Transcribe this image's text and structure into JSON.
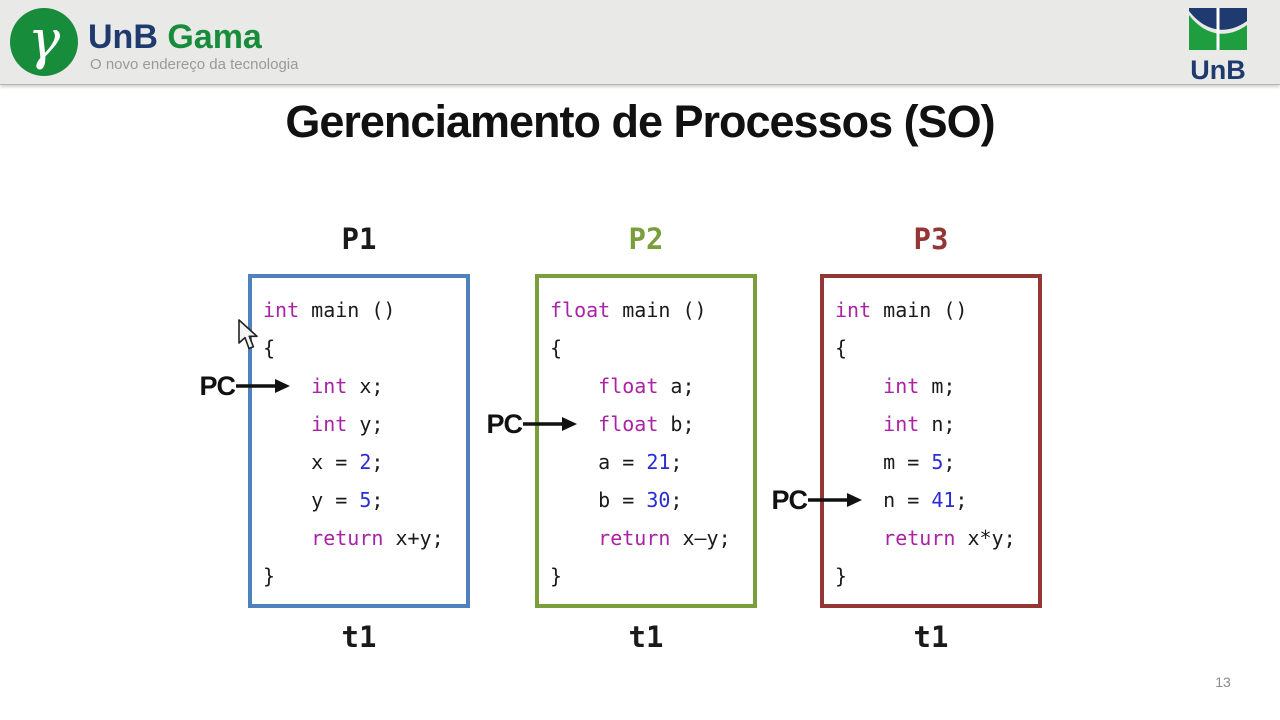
{
  "header": {
    "gama_logo": {
      "gamma_symbol": "γ",
      "name_part1": "UnB",
      "name_part2": "Gama",
      "tagline": "O novo endereço da tecnologia"
    },
    "unb_logo": {
      "label": "UnB"
    }
  },
  "slide": {
    "title": "Gerenciamento de Processos (SO)",
    "page_number": "13",
    "colors": {
      "keyword": "#aa22a5",
      "number": "#2b2bd5",
      "code_text": "#1a1a1a"
    },
    "processes": [
      {
        "name": "P1",
        "time_label": "t1",
        "accent_color": "#4f81bd",
        "label_color": "#1a1a1a",
        "pc": {
          "label": "PC",
          "points_to_line": 2,
          "points_to_text": "int x;"
        },
        "code": [
          [
            {
              "type": "kw",
              "text": "int"
            },
            {
              "type": "plain",
              "text": " main ()"
            }
          ],
          [
            {
              "type": "plain",
              "text": "{"
            }
          ],
          [
            {
              "type": "plain",
              "text": "    "
            },
            {
              "type": "kw",
              "text": "int"
            },
            {
              "type": "plain",
              "text": " x;"
            }
          ],
          [
            {
              "type": "plain",
              "text": "    "
            },
            {
              "type": "kw",
              "text": "int"
            },
            {
              "type": "plain",
              "text": " y;"
            }
          ],
          [
            {
              "type": "plain",
              "text": "    x = "
            },
            {
              "type": "num",
              "text": "2"
            },
            {
              "type": "plain",
              "text": ";"
            }
          ],
          [
            {
              "type": "plain",
              "text": "    y = "
            },
            {
              "type": "num",
              "text": "5"
            },
            {
              "type": "plain",
              "text": ";"
            }
          ],
          [
            {
              "type": "plain",
              "text": "    "
            },
            {
              "type": "kw",
              "text": "return"
            },
            {
              "type": "plain",
              "text": " x+y;"
            }
          ],
          [
            {
              "type": "plain",
              "text": "}"
            }
          ]
        ]
      },
      {
        "name": "P2",
        "time_label": "t1",
        "accent_color": "#7b9e3d",
        "label_color": "#7b9e3d",
        "pc": {
          "label": "PC",
          "points_to_line": 3,
          "points_to_text": "float b;"
        },
        "code": [
          [
            {
              "type": "kw",
              "text": "float"
            },
            {
              "type": "plain",
              "text": " main ()"
            }
          ],
          [
            {
              "type": "plain",
              "text": "{"
            }
          ],
          [
            {
              "type": "plain",
              "text": "    "
            },
            {
              "type": "kw",
              "text": "float"
            },
            {
              "type": "plain",
              "text": " a;"
            }
          ],
          [
            {
              "type": "plain",
              "text": "    "
            },
            {
              "type": "kw",
              "text": "float"
            },
            {
              "type": "plain",
              "text": " b;"
            }
          ],
          [
            {
              "type": "plain",
              "text": "    a = "
            },
            {
              "type": "num",
              "text": "21"
            },
            {
              "type": "plain",
              "text": ";"
            }
          ],
          [
            {
              "type": "plain",
              "text": "    b = "
            },
            {
              "type": "num",
              "text": "30"
            },
            {
              "type": "plain",
              "text": ";"
            }
          ],
          [
            {
              "type": "plain",
              "text": "    "
            },
            {
              "type": "kw",
              "text": "return"
            },
            {
              "type": "plain",
              "text": " x–y;"
            }
          ],
          [
            {
              "type": "plain",
              "text": "}"
            }
          ]
        ]
      },
      {
        "name": "P3",
        "time_label": "t1",
        "accent_color": "#943634",
        "label_color": "#943634",
        "pc": {
          "label": "PC",
          "points_to_line": 5,
          "points_to_text": "n = 41;"
        },
        "code": [
          [
            {
              "type": "kw",
              "text": "int"
            },
            {
              "type": "plain",
              "text": " main ()"
            }
          ],
          [
            {
              "type": "plain",
              "text": "{"
            }
          ],
          [
            {
              "type": "plain",
              "text": "    "
            },
            {
              "type": "kw",
              "text": "int"
            },
            {
              "type": "plain",
              "text": " m;"
            }
          ],
          [
            {
              "type": "plain",
              "text": "    "
            },
            {
              "type": "kw",
              "text": "int"
            },
            {
              "type": "plain",
              "text": " n;"
            }
          ],
          [
            {
              "type": "plain",
              "text": "    m = "
            },
            {
              "type": "num",
              "text": "5"
            },
            {
              "type": "plain",
              "text": ";"
            }
          ],
          [
            {
              "type": "plain",
              "text": "    n = "
            },
            {
              "type": "num",
              "text": "41"
            },
            {
              "type": "plain",
              "text": ";"
            }
          ],
          [
            {
              "type": "plain",
              "text": "    "
            },
            {
              "type": "kw",
              "text": "return"
            },
            {
              "type": "plain",
              "text": " x*y;"
            }
          ],
          [
            {
              "type": "plain",
              "text": "}"
            }
          ]
        ]
      }
    ]
  }
}
